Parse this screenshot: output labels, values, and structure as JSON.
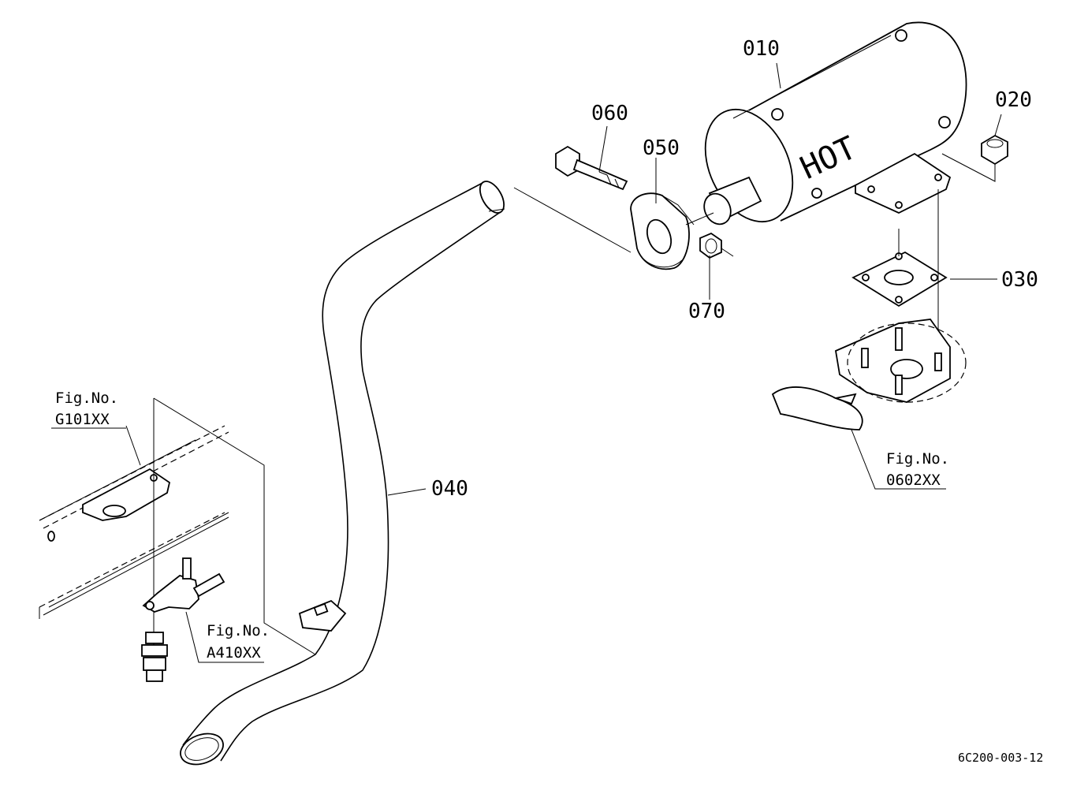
{
  "diagram": {
    "labels": {
      "p010": "010",
      "p020": "020",
      "p030": "030",
      "p040": "040",
      "p050": "050",
      "p060": "060",
      "p070": "070"
    },
    "muffler_marking": "HOT",
    "figure_refs": {
      "g101_title": "Fig.No.",
      "g101_code": "G101XX",
      "a410_title": "Fig.No.",
      "a410_code": "A410XX",
      "f0602_title": "Fig.No.",
      "f0602_code": "0602XX"
    },
    "drawing_code": "6C200-003-12"
  }
}
